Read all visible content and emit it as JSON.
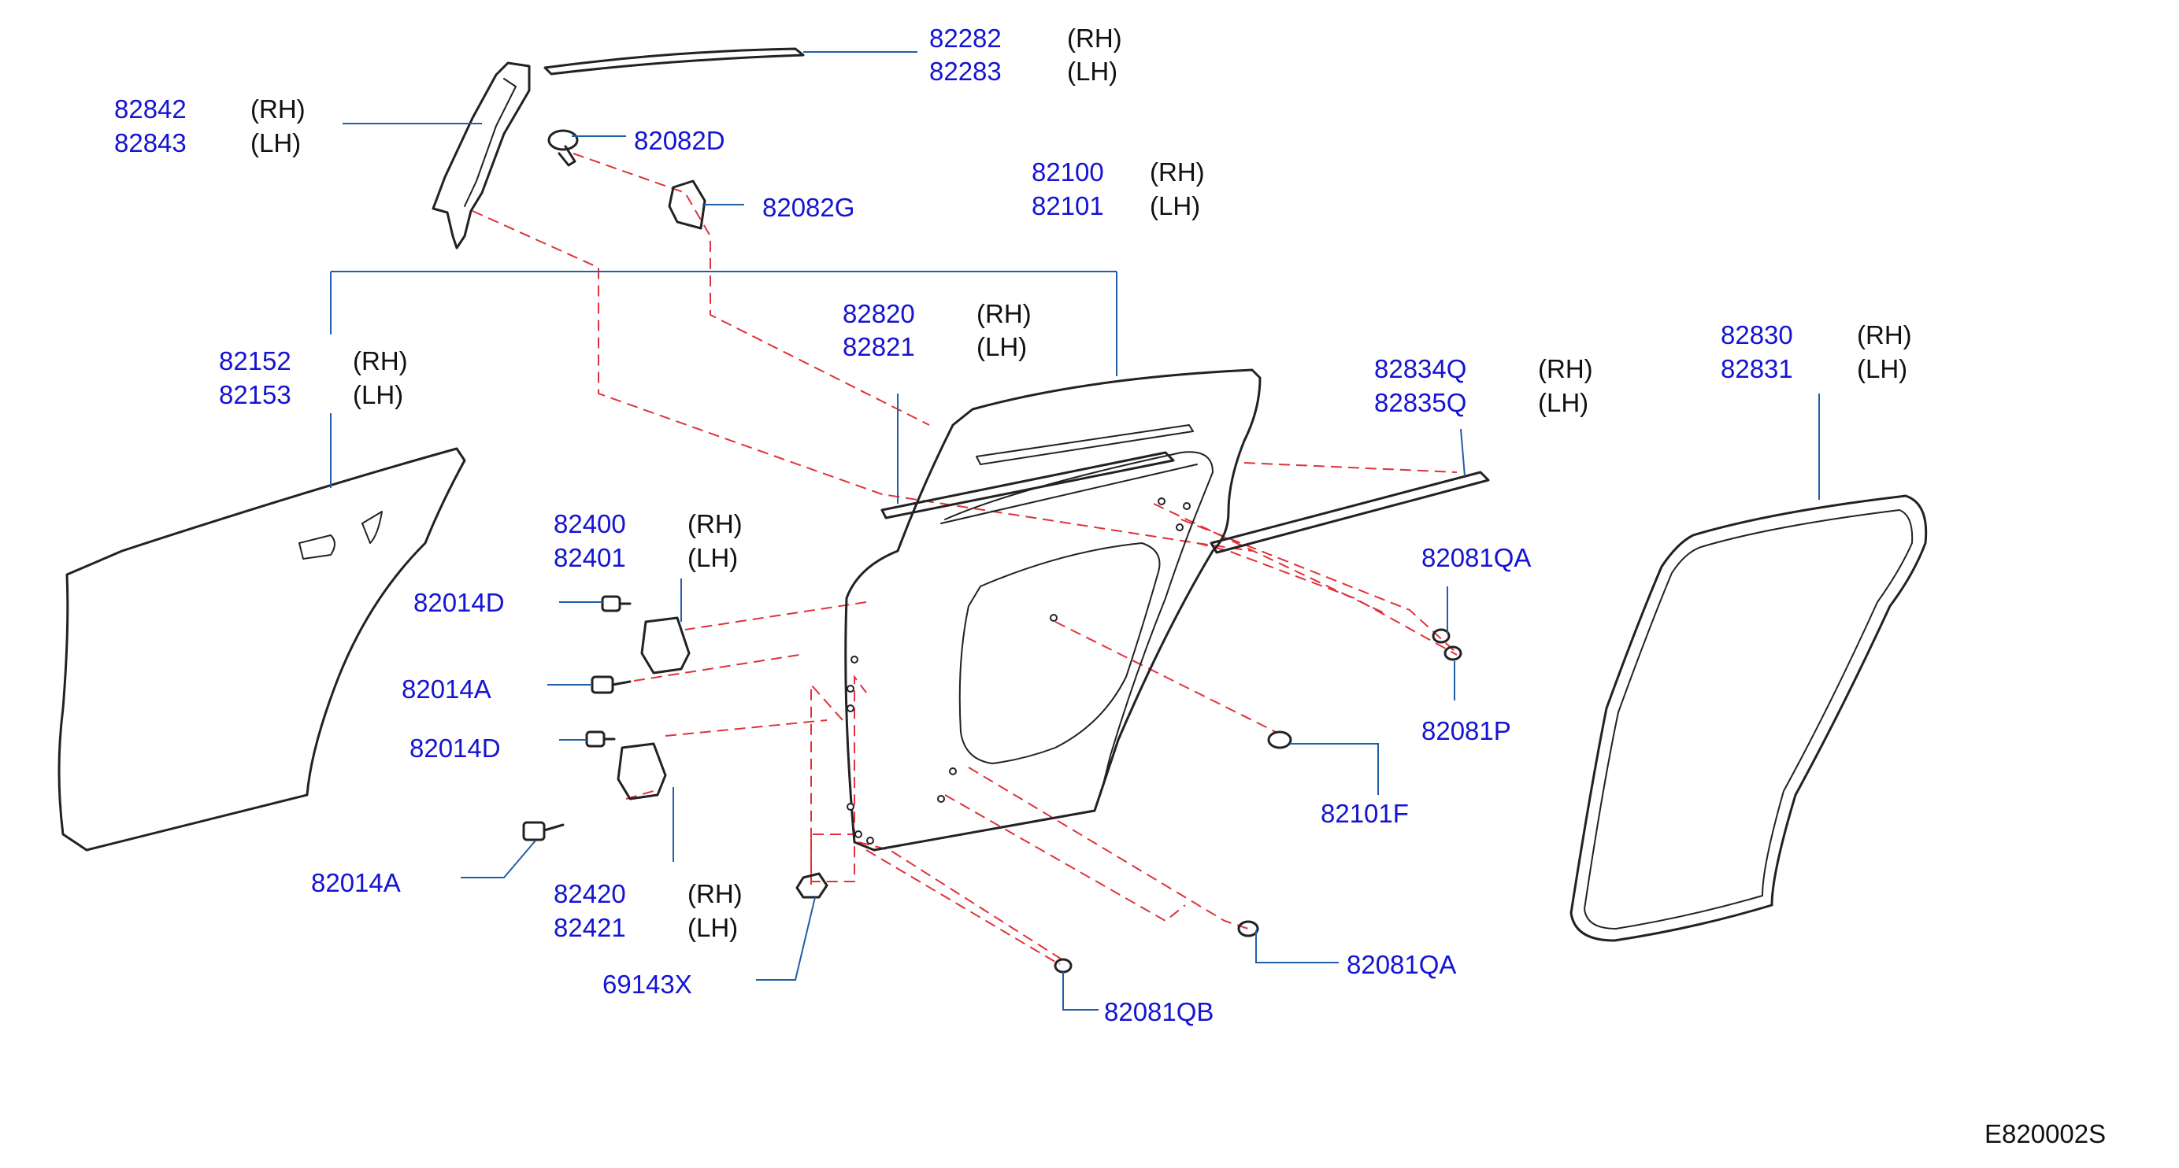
{
  "colors": {
    "part_number": "#1414d2",
    "leader_line": "#1f5fa8",
    "phantom_line": "#e0323a",
    "outline": "#222222"
  },
  "callouts": {
    "c82282": {
      "pn": "82282",
      "side": "(RH)"
    },
    "c82283": {
      "pn": "82283",
      "side": "(LH)"
    },
    "c82842": {
      "pn": "82842",
      "side": "(RH)"
    },
    "c82843": {
      "pn": "82843",
      "side": "(LH)"
    },
    "c82082D": {
      "pn": "82082D"
    },
    "c82082G": {
      "pn": "82082G"
    },
    "c82100": {
      "pn": "82100",
      "side": "(RH)"
    },
    "c82101": {
      "pn": "82101",
      "side": "(LH)"
    },
    "c82820": {
      "pn": "82820",
      "side": "(RH)"
    },
    "c82821": {
      "pn": "82821",
      "side": "(LH)"
    },
    "c82152": {
      "pn": "82152",
      "side": "(RH)"
    },
    "c82153": {
      "pn": "82153",
      "side": "(LH)"
    },
    "c82834Q": {
      "pn": "82834Q",
      "side": "(RH)"
    },
    "c82835Q": {
      "pn": "82835Q",
      "side": "(LH)"
    },
    "c82830": {
      "pn": "82830",
      "side": "(RH)"
    },
    "c82831": {
      "pn": "82831",
      "side": "(LH)"
    },
    "c82400": {
      "pn": "82400",
      "side": "(RH)"
    },
    "c82401": {
      "pn": "82401",
      "side": "(LH)"
    },
    "c82014D_1": {
      "pn": "82014D"
    },
    "c82014A_1": {
      "pn": "82014A"
    },
    "c82014D_2": {
      "pn": "82014D"
    },
    "c82014A_2": {
      "pn": "82014A"
    },
    "c82420": {
      "pn": "82420",
      "side": "(RH)"
    },
    "c82421": {
      "pn": "82421",
      "side": "(LH)"
    },
    "c69143X": {
      "pn": "69143X"
    },
    "c82081QA_1": {
      "pn": "82081QA"
    },
    "c82081P": {
      "pn": "82081P"
    },
    "c82101F": {
      "pn": "82101F"
    },
    "c82081QA_2": {
      "pn": "82081QA"
    },
    "c82081QB": {
      "pn": "82081QB"
    }
  },
  "diagram_code": "E820002S"
}
